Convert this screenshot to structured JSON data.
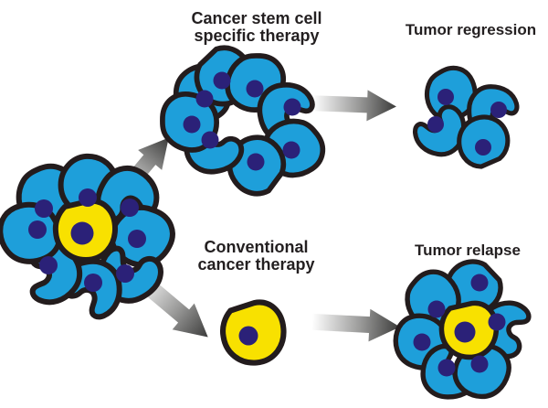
{
  "labels": {
    "csc_therapy_line1": "Cancer stem cell",
    "csc_therapy_line2": "specific therapy",
    "regression": "Tumor regression",
    "conventional_line1": "Conventional",
    "conventional_line2": "cancer therapy",
    "relapse": "Tumor relapse"
  },
  "colors": {
    "cell_blue": "#1E9FDA",
    "cell_yellow": "#F8E100",
    "nucleus": "#2B2178",
    "outline": "#231C1D",
    "text": "#231F20",
    "arrow_dark": "#3B3B3A",
    "arrow_light": "#FFFFFF",
    "background": "#FFFFFF"
  },
  "clusters": {
    "primary_tumor": {
      "blue_cells": 8,
      "stem_cells": 1
    },
    "after_csc_therapy_ring": {
      "blue_cells": 8,
      "stem_cells": 0
    },
    "tumor_regression": {
      "blue_cells": 4,
      "stem_cells": 0
    },
    "after_conventional_therapy": {
      "blue_cells": 0,
      "stem_cells": 1
    },
    "tumor_relapse": {
      "blue_cells": 6,
      "stem_cells": 1
    }
  }
}
